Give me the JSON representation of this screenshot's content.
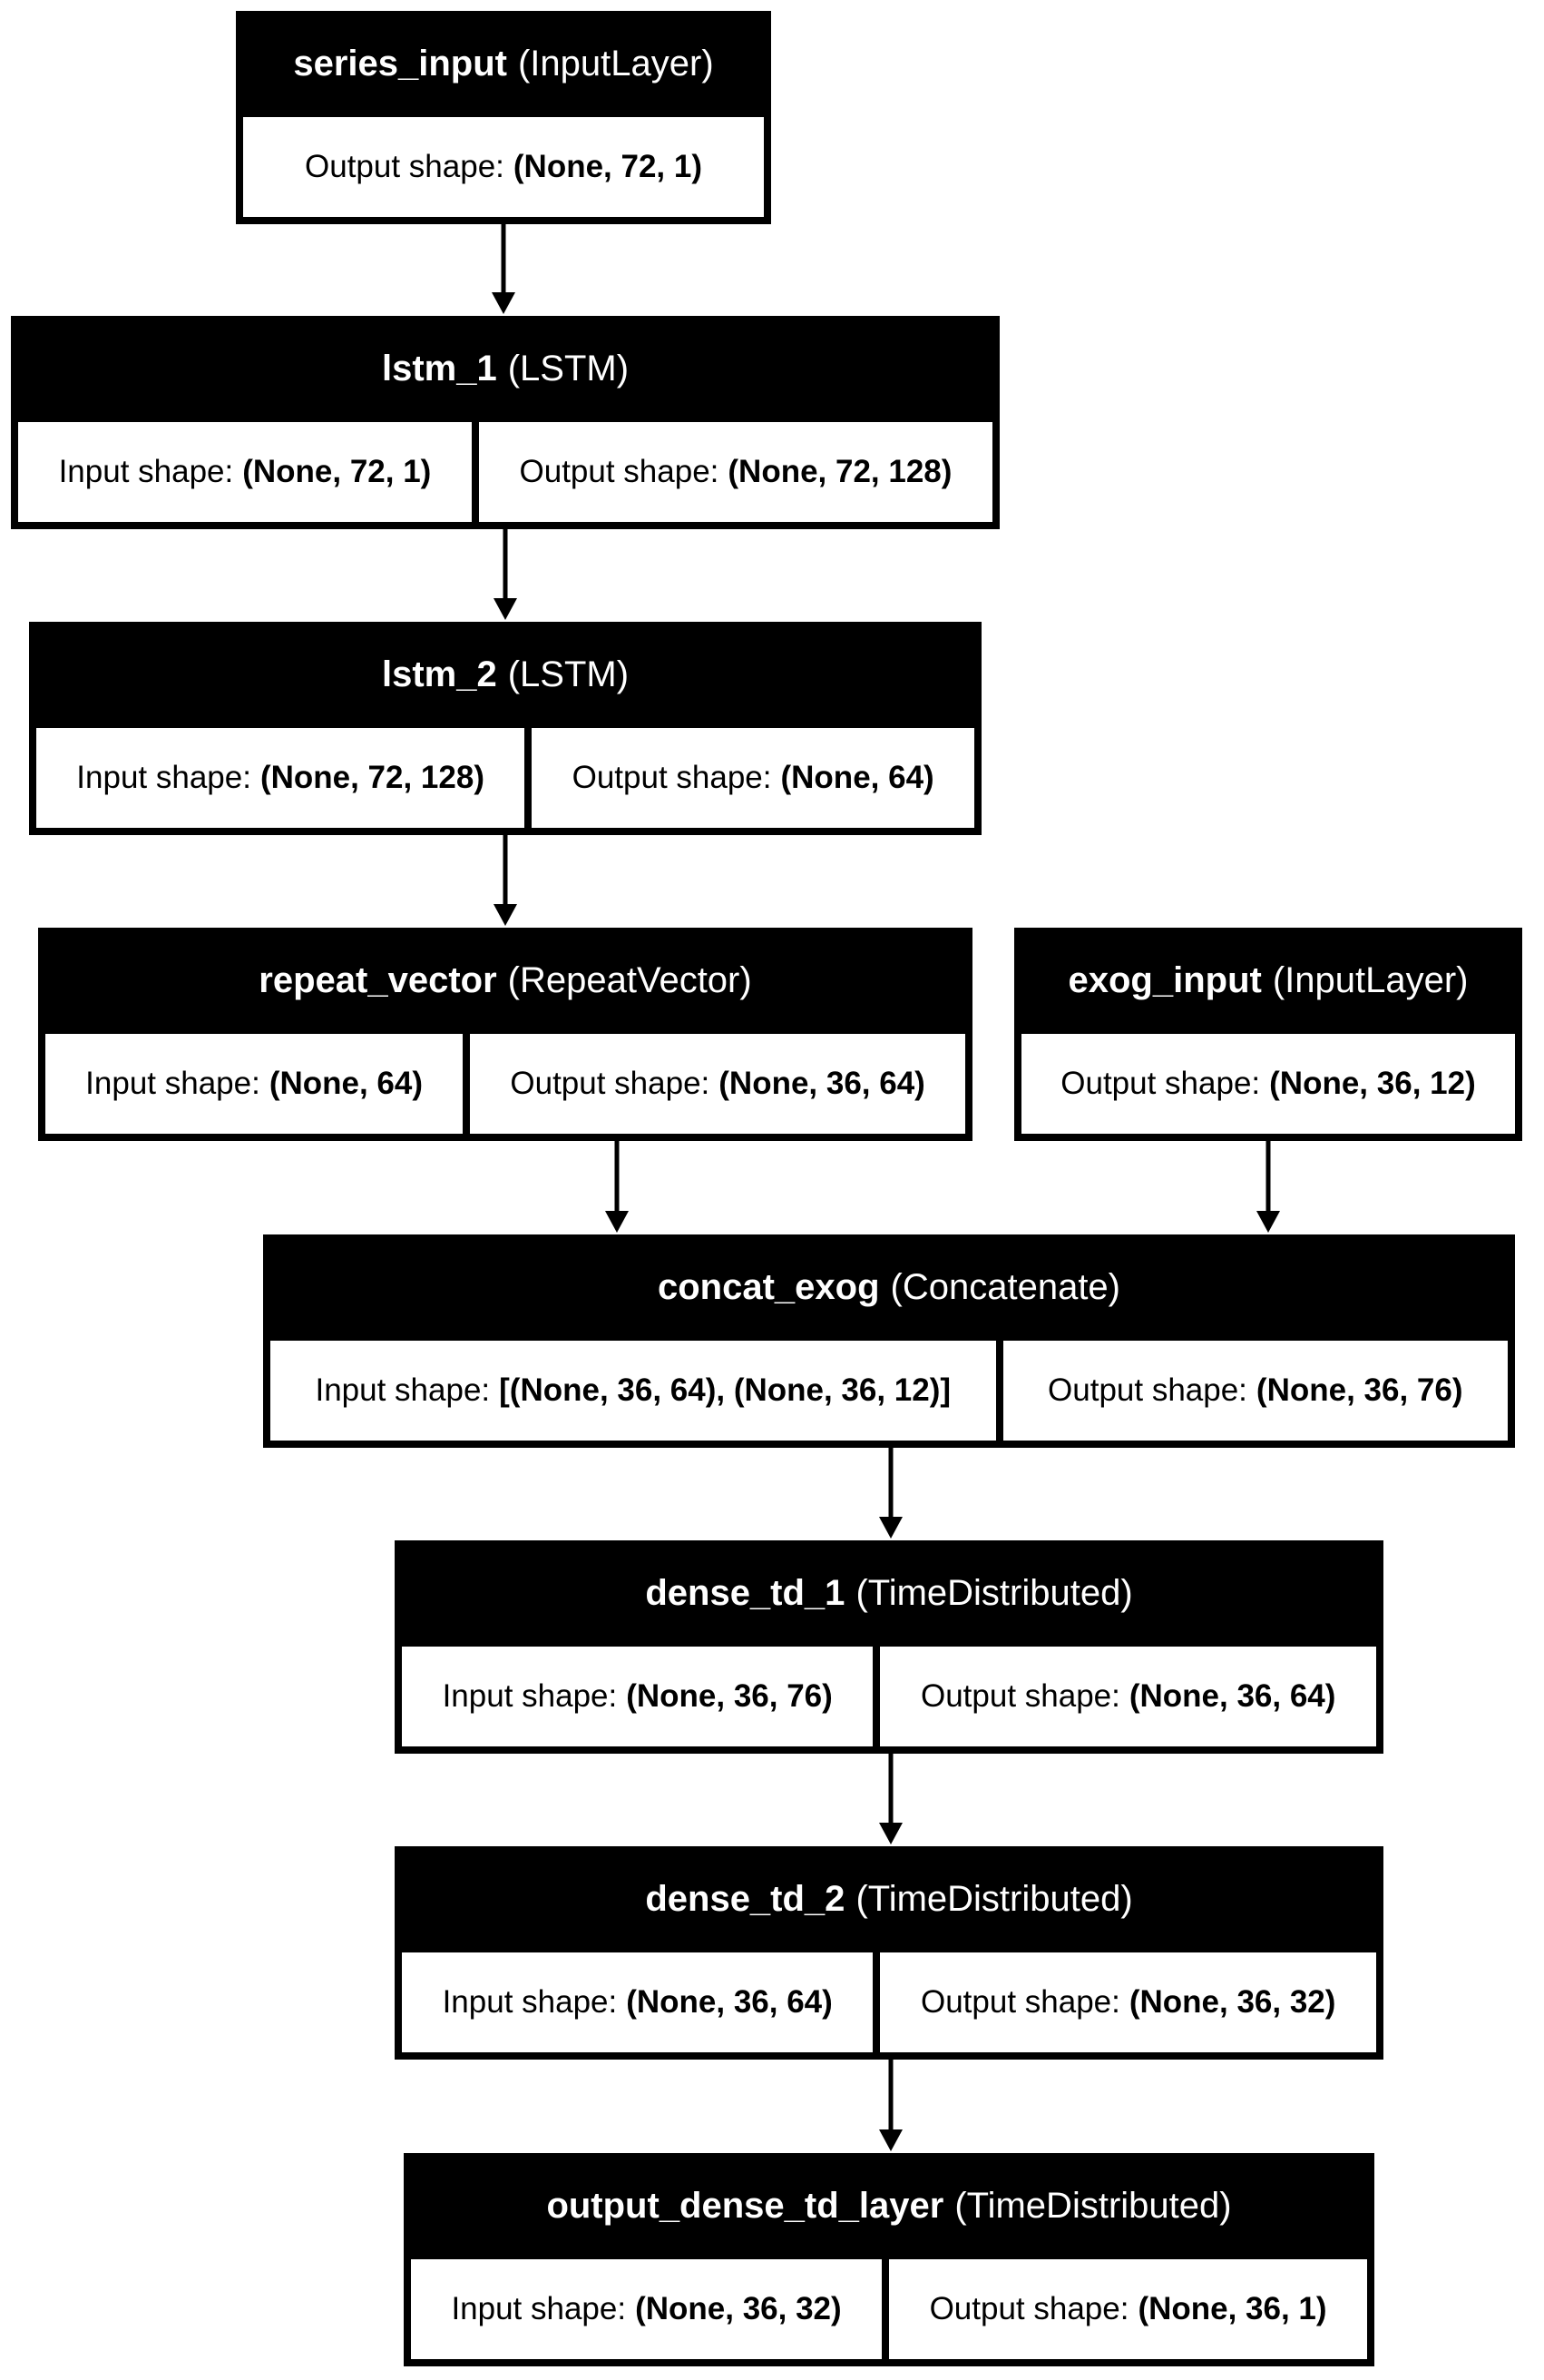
{
  "nodes": [
    {
      "id": "series_input",
      "name": "series_input",
      "type": "(InputLayer)",
      "cells": [
        {
          "label": "Output shape:",
          "value": "(None, 72, 1)"
        }
      ]
    },
    {
      "id": "lstm_1",
      "name": "lstm_1",
      "type": "(LSTM)",
      "cells": [
        {
          "label": "Input shape:",
          "value": "(None, 72, 1)"
        },
        {
          "label": "Output shape:",
          "value": "(None, 72, 128)"
        }
      ]
    },
    {
      "id": "lstm_2",
      "name": "lstm_2",
      "type": "(LSTM)",
      "cells": [
        {
          "label": "Input shape:",
          "value": "(None, 72, 128)"
        },
        {
          "label": "Output shape:",
          "value": "(None, 64)"
        }
      ]
    },
    {
      "id": "repeat_vector",
      "name": "repeat_vector",
      "type": "(RepeatVector)",
      "cells": [
        {
          "label": "Input shape:",
          "value": "(None, 64)"
        },
        {
          "label": "Output shape:",
          "value": "(None, 36, 64)"
        }
      ]
    },
    {
      "id": "exog_input",
      "name": "exog_input",
      "type": "(InputLayer)",
      "cells": [
        {
          "label": "Output shape:",
          "value": "(None, 36, 12)"
        }
      ]
    },
    {
      "id": "concat_exog",
      "name": "concat_exog",
      "type": "(Concatenate)",
      "cells": [
        {
          "label": "Input shape:",
          "value": "[(None, 36, 64), (None, 36, 12)]"
        },
        {
          "label": "Output shape:",
          "value": "(None, 36, 76)"
        }
      ]
    },
    {
      "id": "dense_td_1",
      "name": "dense_td_1",
      "type": "(TimeDistributed)",
      "cells": [
        {
          "label": "Input shape:",
          "value": "(None, 36, 76)"
        },
        {
          "label": "Output shape:",
          "value": "(None, 36, 64)"
        }
      ]
    },
    {
      "id": "dense_td_2",
      "name": "dense_td_2",
      "type": "(TimeDistributed)",
      "cells": [
        {
          "label": "Input shape:",
          "value": "(None, 36, 64)"
        },
        {
          "label": "Output shape:",
          "value": "(None, 36, 32)"
        }
      ]
    },
    {
      "id": "output_dense_td_layer",
      "name": "output_dense_td_layer",
      "type": "(TimeDistributed)",
      "cells": [
        {
          "label": "Input shape:",
          "value": "(None, 36, 32)"
        },
        {
          "label": "Output shape:",
          "value": "(None, 36, 1)"
        }
      ]
    }
  ],
  "edges": [
    {
      "from": "series_input",
      "to": "lstm_1"
    },
    {
      "from": "lstm_1",
      "to": "lstm_2"
    },
    {
      "from": "lstm_2",
      "to": "repeat_vector"
    },
    {
      "from": "repeat_vector",
      "to": "concat_exog"
    },
    {
      "from": "exog_input",
      "to": "concat_exog"
    },
    {
      "from": "concat_exog",
      "to": "dense_td_1"
    },
    {
      "from": "dense_td_1",
      "to": "dense_td_2"
    },
    {
      "from": "dense_td_2",
      "to": "output_dense_td_layer"
    }
  ]
}
